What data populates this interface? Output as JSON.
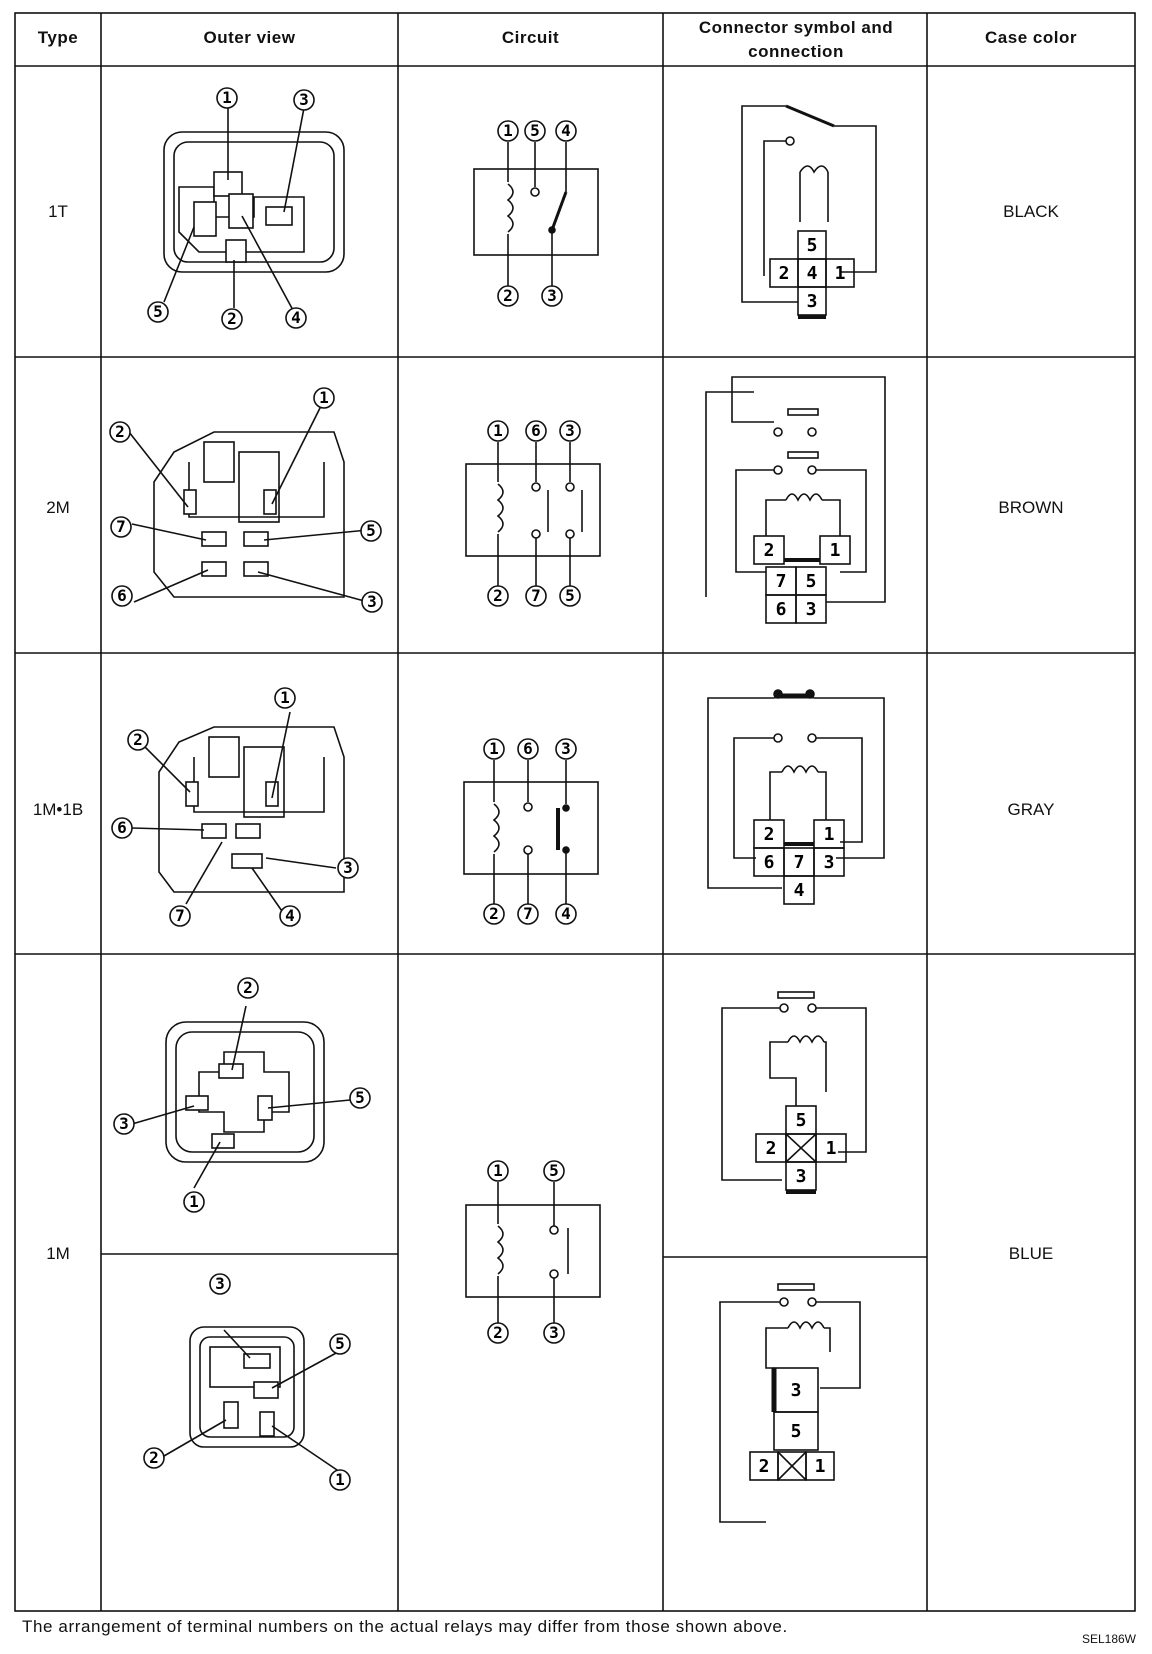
{
  "headers": {
    "type": "Type",
    "outer_view": "Outer view",
    "circuit": "Circuit",
    "connector": "Connector symbol and connection",
    "case_color": "Case color"
  },
  "rows": [
    {
      "type": "1T",
      "case_color": "BLACK",
      "outer_labels": [
        "1",
        "3",
        "5",
        "2",
        "4"
      ],
      "circuit_top": [
        "1",
        "5",
        "4"
      ],
      "circuit_bottom": [
        "2",
        "3"
      ],
      "connector_pins": [
        "5",
        "2",
        "4",
        "1",
        "3"
      ]
    },
    {
      "type": "2M",
      "case_color": "BROWN",
      "outer_labels": [
        "2",
        "1",
        "7",
        "5",
        "6",
        "3"
      ],
      "circuit_top": [
        "1",
        "6",
        "3"
      ],
      "circuit_bottom": [
        "2",
        "7",
        "5"
      ],
      "connector_pins": [
        "2",
        "1",
        "7",
        "5",
        "6",
        "3"
      ]
    },
    {
      "type": "1M•1B",
      "case_color": "GRAY",
      "outer_labels": [
        "2",
        "1",
        "6",
        "3",
        "7",
        "4"
      ],
      "circuit_top": [
        "1",
        "6",
        "3"
      ],
      "circuit_bottom": [
        "2",
        "7",
        "4"
      ],
      "connector_pins": [
        "2",
        "1",
        "6",
        "7",
        "3",
        "4"
      ]
    },
    {
      "type": "1M",
      "case_color": "BLUE",
      "outer_labels": [
        "2",
        "3",
        "5",
        "1"
      ],
      "outer_labels_b": [
        "3",
        "5",
        "2",
        "1"
      ],
      "circuit_top": [
        "1",
        "5"
      ],
      "circuit_bottom": [
        "2",
        "3"
      ],
      "connector_pins": [
        "5",
        "2",
        "1",
        "3"
      ],
      "connector_pins_b": [
        "3",
        "5",
        "2",
        "1"
      ]
    }
  ],
  "footnote": "The arrangement of terminal numbers on the actual relays may differ from those shown above.",
  "figure_code": "SEL186W"
}
